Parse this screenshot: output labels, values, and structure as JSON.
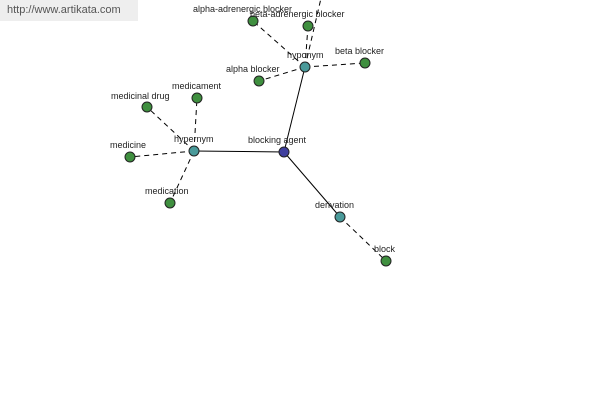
{
  "watermark": "http://www.artikata.com",
  "colors": {
    "root": "#3f3f9e",
    "relation": "#4a9a9a",
    "term": "#3f8f3f",
    "edge": "#000000"
  },
  "nodes": [
    {
      "id": "root",
      "label": "blocking agent",
      "kind": "root"
    },
    {
      "id": "hypernym",
      "label": "hypernym",
      "kind": "relation"
    },
    {
      "id": "hyponym",
      "label": "hyponym",
      "kind": "relation"
    },
    {
      "id": "derivation",
      "label": "derivation",
      "kind": "relation"
    },
    {
      "id": "medicinal-drug",
      "label": "medicinal drug",
      "kind": "term"
    },
    {
      "id": "medicament",
      "label": "medicament",
      "kind": "term"
    },
    {
      "id": "medicine",
      "label": "medicine",
      "kind": "term"
    },
    {
      "id": "medication",
      "label": "medication",
      "kind": "term"
    },
    {
      "id": "alpha-adrenergic-blocker",
      "label": "alpha-adrenergic blocker",
      "kind": "term"
    },
    {
      "id": "beta-adrenergic-blocker",
      "label": "beta-adrenergic blocker",
      "kind": "term"
    },
    {
      "id": "alpha-blocker",
      "label": "alpha blocker",
      "kind": "term"
    },
    {
      "id": "beta-blocker",
      "label": "beta blocker",
      "kind": "term"
    },
    {
      "id": "block",
      "label": "block",
      "kind": "term"
    }
  ],
  "edges": [
    {
      "from": "root",
      "to": "hypernym",
      "style": "solid"
    },
    {
      "from": "root",
      "to": "hyponym",
      "style": "solid"
    },
    {
      "from": "root",
      "to": "derivation",
      "style": "solid"
    },
    {
      "from": "hypernym",
      "to": "medicinal-drug",
      "style": "dashed"
    },
    {
      "from": "hypernym",
      "to": "medicament",
      "style": "dashed"
    },
    {
      "from": "hypernym",
      "to": "medicine",
      "style": "dashed"
    },
    {
      "from": "hypernym",
      "to": "medication",
      "style": "dashed"
    },
    {
      "from": "hyponym",
      "to": "alpha-adrenergic-blocker",
      "style": "dashed"
    },
    {
      "from": "hyponym",
      "to": "beta-adrenergic-blocker",
      "style": "dashed"
    },
    {
      "from": "hyponym",
      "to": "alpha-blocker",
      "style": "dashed"
    },
    {
      "from": "hyponym",
      "to": "beta-blocker",
      "style": "dashed"
    },
    {
      "from": "hyponym",
      "to": "offscreen-top",
      "style": "dashed"
    },
    {
      "from": "derivation",
      "to": "block",
      "style": "dashed"
    }
  ]
}
